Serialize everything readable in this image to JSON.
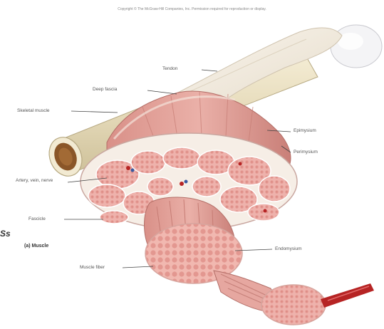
{
  "header": {
    "copyright": "Copyright © The McGraw-Hill Companies, Inc. Permission required for reproduction or display."
  },
  "figure": {
    "caption": "(a) Muscle",
    "side_fragment": "Ss",
    "labels": {
      "tendon": "Tendon",
      "deep_fascia": "Deep fascia",
      "skeletal_muscle": "Skeletal muscle",
      "epimysium": "Epimysium",
      "perimysium": "Perimysium",
      "artery_vein_nerve": "Artery, vein, nerve",
      "fascicle": "Fascicle",
      "endomysium": "Endomysium",
      "muscle_fiber": "Muscle fiber"
    }
  },
  "colors": {
    "bone": "#ede4c8",
    "marrow": "#8a5628",
    "muscle": "#e2a29a",
    "muscle_dark": "#c57f78",
    "fascicle_fill": "#f0b8b2",
    "sheath": "#f6eee6",
    "vessel_red": "#b62424",
    "leader": "#444444"
  }
}
